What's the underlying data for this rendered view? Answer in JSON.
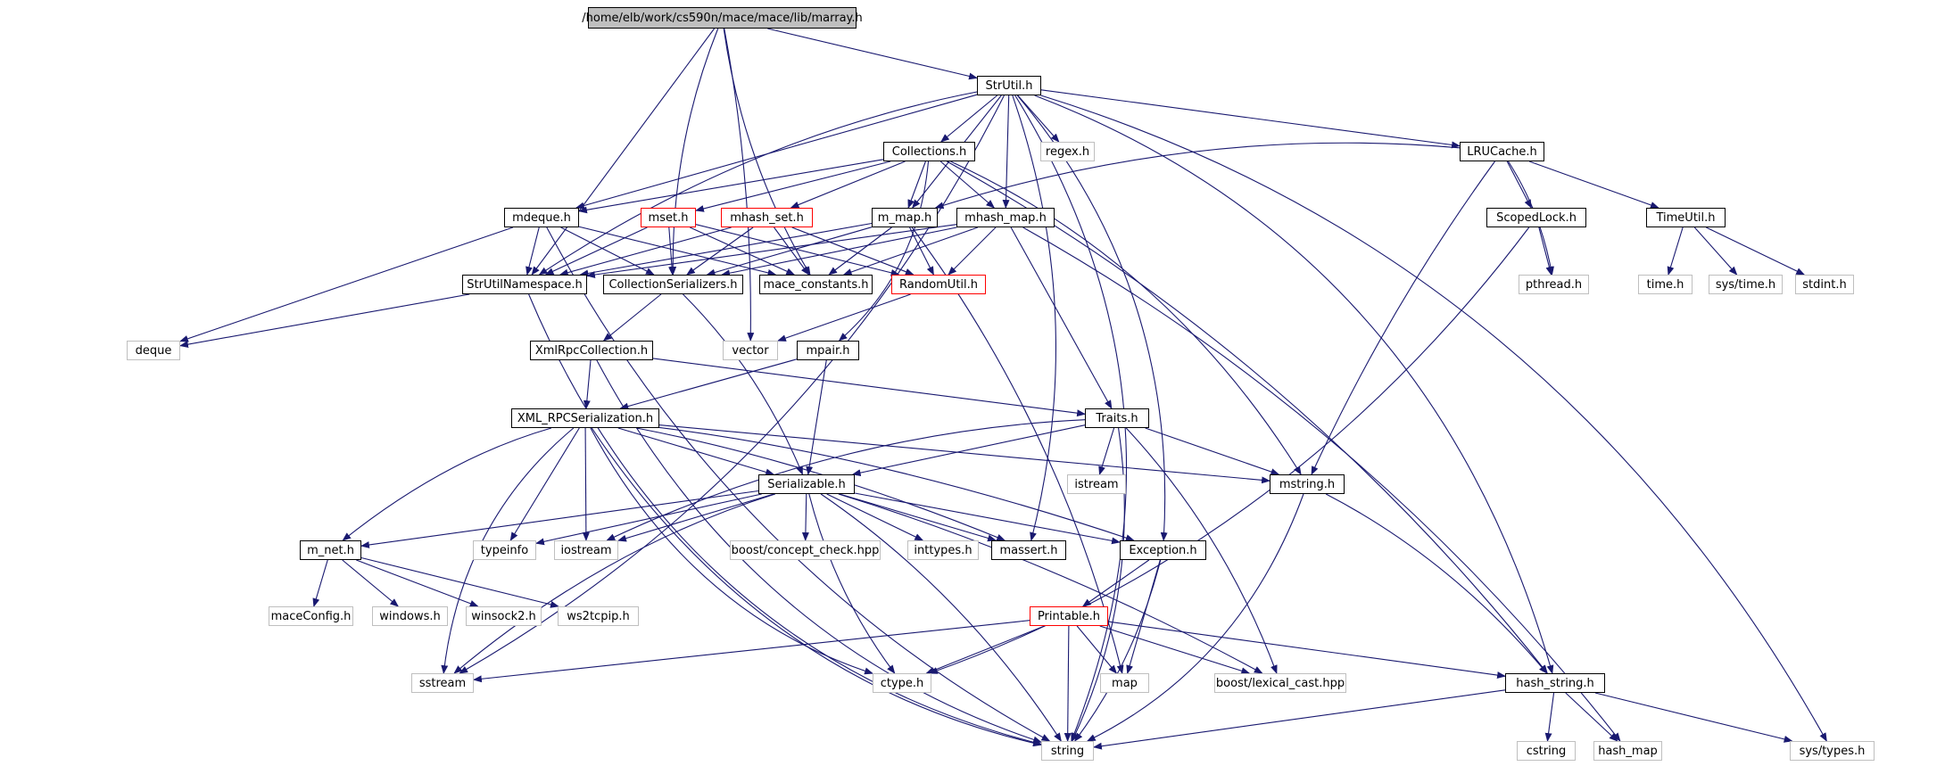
{
  "colors": {
    "edge": "#191970",
    "node_border": "#000000",
    "sys_border": "#bfbfbf",
    "trunc_border": "#ff0000",
    "root_fill": "#bfbfbf"
  },
  "nodes": {
    "root": "/home/elb/work/cs590n/mace/mace/lib/marray.h",
    "strutil": "StrUtil.h",
    "collections": "Collections.h",
    "regex": "regex.h",
    "lrucache": "LRUCache.h",
    "mdeque": "mdeque.h",
    "mset": "mset.h",
    "mhash_set": "mhash_set.h",
    "m_map": "m_map.h",
    "mhash_map": "mhash_map.h",
    "scopedlock": "ScopedLock.h",
    "timeutil": "TimeUtil.h",
    "strutilns": "StrUtilNamespace.h",
    "collser": "CollectionSerializers.h",
    "mace_constants": "mace_constants.h",
    "randomutil": "RandomUtil.h",
    "pthread": "pthread.h",
    "time": "time.h",
    "systime": "sys/time.h",
    "stdint": "stdint.h",
    "deque": "deque",
    "vector": "vector",
    "xmlrpccoll": "XmlRpcCollection.h",
    "mpair": "mpair.h",
    "xmlrpcser": "XML_RPCSerialization.h",
    "traits": "Traits.h",
    "istream": "istream",
    "mstring": "mstring.h",
    "serializable": "Serializable.h",
    "m_net": "m_net.h",
    "typeinfo": "typeinfo",
    "iostream": "iostream",
    "boostcc": "boost/concept_check.hpp",
    "inttypes": "inttypes.h",
    "massert": "massert.h",
    "exception": "Exception.h",
    "maceconfig": "maceConfig.h",
    "windows": "windows.h",
    "winsock2": "winsock2.h",
    "ws2tcpip": "ws2tcpip.h",
    "printable": "Printable.h",
    "sstream": "sstream",
    "ctype": "ctype.h",
    "map": "map",
    "boostlc": "boost/lexical_cast.hpp",
    "hash_string": "hash_string.h",
    "string": "string",
    "cstring": "cstring",
    "hash_map": "hash_map",
    "systypes": "sys/types.h"
  }
}
